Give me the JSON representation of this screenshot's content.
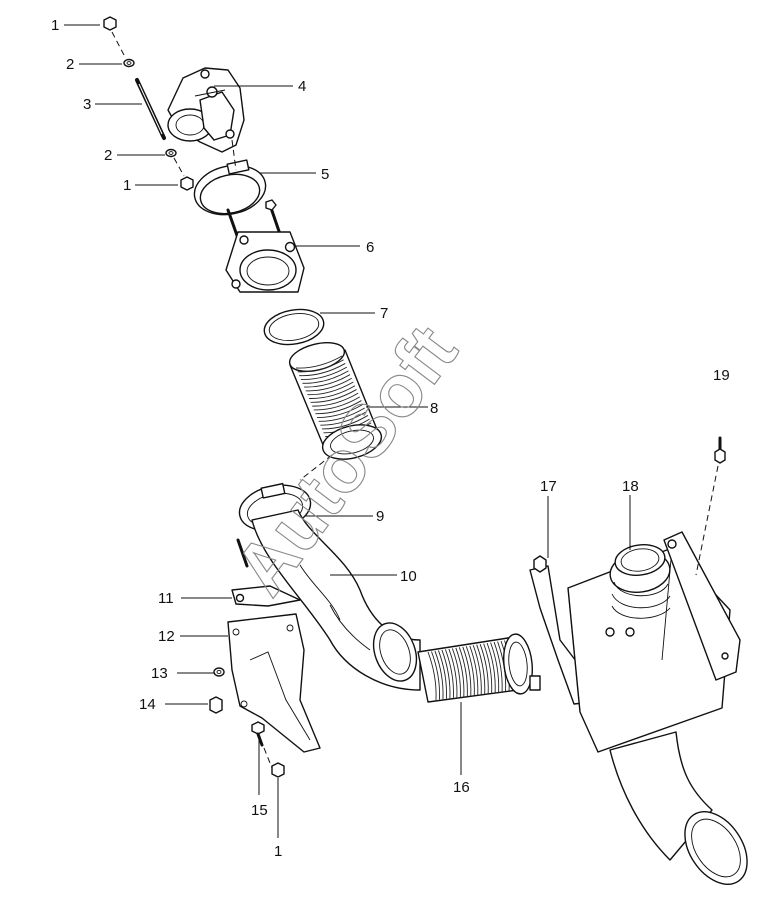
{
  "watermark": "AutoSoft",
  "callouts": [
    {
      "id": "c1a",
      "text": "1"
    },
    {
      "id": "c2a",
      "text": "2"
    },
    {
      "id": "c3",
      "text": "3"
    },
    {
      "id": "c4",
      "text": "4"
    },
    {
      "id": "c2b",
      "text": "2"
    },
    {
      "id": "c5",
      "text": "5"
    },
    {
      "id": "c1b",
      "text": "1"
    },
    {
      "id": "c6",
      "text": "6"
    },
    {
      "id": "c7",
      "text": "7"
    },
    {
      "id": "c8",
      "text": "8"
    },
    {
      "id": "c9",
      "text": "9"
    },
    {
      "id": "c10",
      "text": "10"
    },
    {
      "id": "c11",
      "text": "11"
    },
    {
      "id": "c12",
      "text": "12"
    },
    {
      "id": "c13",
      "text": "13"
    },
    {
      "id": "c14",
      "text": "14"
    },
    {
      "id": "c15",
      "text": "15"
    },
    {
      "id": "c1c",
      "text": "1"
    },
    {
      "id": "c16",
      "text": "16"
    },
    {
      "id": "c17",
      "text": "17"
    },
    {
      "id": "c18",
      "text": "18"
    },
    {
      "id": "c19",
      "text": "19"
    }
  ]
}
